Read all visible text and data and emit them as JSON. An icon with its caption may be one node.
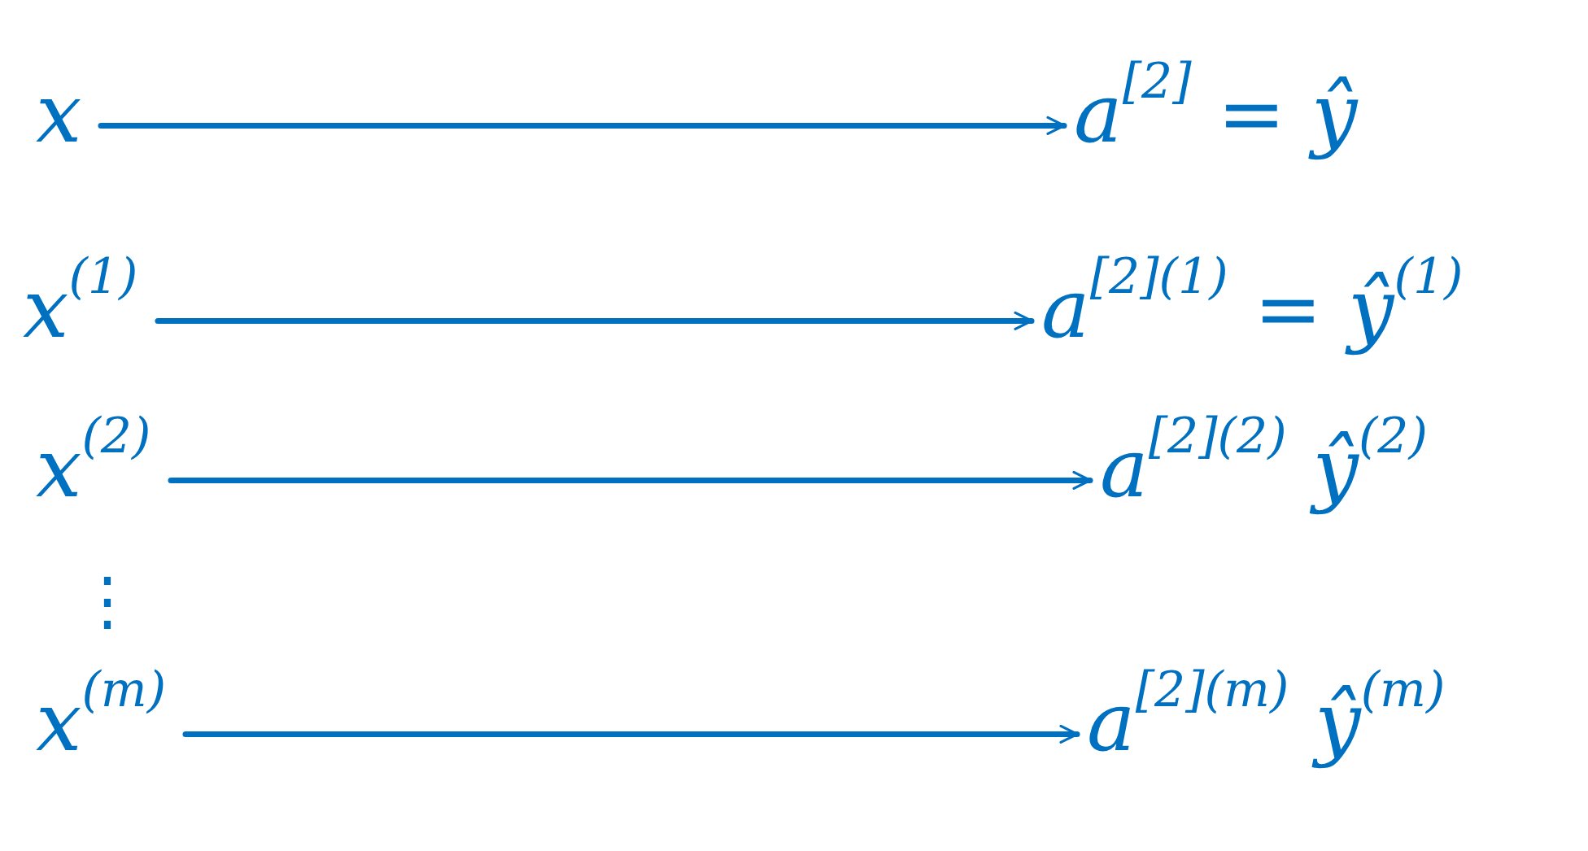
{
  "diagram": {
    "nodes": [
      {
        "text": [
          "x"
        ]
      },
      {
        "text": [
          "a$^{[2]}$ = ŷ"
        ]
      },
      {
        "text": [
          "x$^{(1)}$"
        ]
      },
      {
        "text": [
          "a$^{[2](1)}$ = ŷ$^{(1)}$"
        ]
      },
      {
        "text": [
          "x$^{(2)}$"
        ]
      },
      {
        "text": [
          "a$^{[2](2)}$ ŷ$^{(2)}$"
        ]
      },
      {
        "text": [
          "x$^{(m)}$"
        ]
      },
      {
        "text": [
          "a$^{[2](m)}$ ŷ$^{(m)}$"
        ]
      }
    ],
    "edges": [
      {
        "from": 0,
        "to": 1,
        "arrow": "to"
      },
      {
        "from": 2,
        "to": 3,
        "arrow": "to"
      },
      {
        "from": 4,
        "to": 5,
        "arrow": "to"
      },
      {
        "from": 6,
        "to": 7,
        "arrow": "to"
      }
    ],
    "labels": [
      "⋮"
    ]
  }
}
